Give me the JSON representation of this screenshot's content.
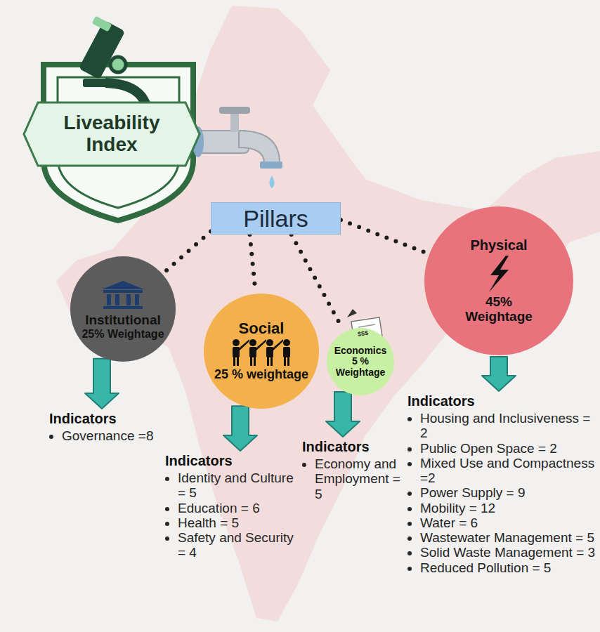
{
  "diagram": {
    "nodes": [
      {
        "text": [
          "Liveability Index"
        ]
      },
      {
        "text": [
          "Pillars"
        ]
      },
      {
        "text": [
          "Institutional",
          "25% Weightage"
        ]
      },
      {
        "text": [
          "Social",
          "25 % weightage"
        ]
      },
      {
        "text": [
          "Economics",
          "5 % Weightage"
        ]
      },
      {
        "text": [
          "Physical",
          "45% Weightage"
        ]
      },
      {
        "text": [
          "Indicators",
          "Governance =8"
        ]
      },
      {
        "text": [
          "Indicators",
          "Identity and Culture = 5",
          "Education = 6",
          "Health = 5",
          "Safety and Security = 4"
        ]
      },
      {
        "text": [
          "Indicators",
          "Economy and Employment = 5"
        ]
      },
      {
        "text": [
          "Indicators",
          "Housing and Inclusiveness = 2",
          "Public Open Space = 2",
          "Mixed Use and Compactness =2",
          "Power Supply = 9",
          "Mobility = 12",
          "Water = 6",
          "Wastewater Management = 5",
          "Solid Waste Management = 3",
          "Reduced Pollution = 5"
        ]
      }
    ],
    "edges": [
      {
        "from": 1,
        "to": 2,
        "arrow": "none"
      },
      {
        "from": 1,
        "to": 3,
        "arrow": "none"
      },
      {
        "from": 1,
        "to": 4,
        "arrow": "none"
      },
      {
        "from": 1,
        "to": 5,
        "arrow": "none"
      },
      {
        "from": 2,
        "to": 6,
        "arrow": "to"
      },
      {
        "from": 3,
        "to": 7,
        "arrow": "to"
      },
      {
        "from": 4,
        "to": 8,
        "arrow": "to"
      },
      {
        "from": 5,
        "to": 9,
        "arrow": "to"
      }
    ],
    "labels": [
      "$$$"
    ]
  }
}
